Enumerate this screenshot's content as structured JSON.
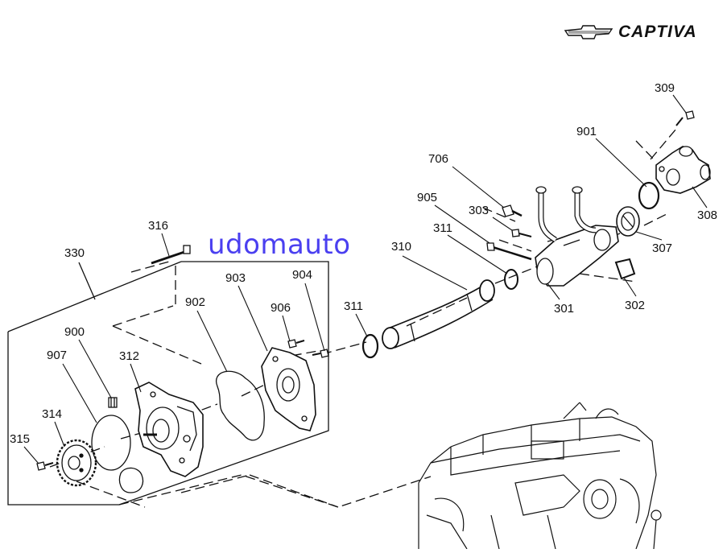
{
  "brand": {
    "name": "CAPTIVA",
    "logo_icon": "bowtie-icon"
  },
  "watermark": "udomauto",
  "callouts": [
    {
      "id": "316",
      "label": "316"
    },
    {
      "id": "330",
      "label": "330"
    },
    {
      "id": "900",
      "label": "900"
    },
    {
      "id": "907",
      "label": "907"
    },
    {
      "id": "312",
      "label": "312"
    },
    {
      "id": "314",
      "label": "314"
    },
    {
      "id": "315",
      "label": "315"
    },
    {
      "id": "902",
      "label": "902"
    },
    {
      "id": "903",
      "label": "903"
    },
    {
      "id": "904",
      "label": "904"
    },
    {
      "id": "906",
      "label": "906"
    },
    {
      "id": "311a",
      "label": "311"
    },
    {
      "id": "310",
      "label": "310"
    },
    {
      "id": "311b",
      "label": "311"
    },
    {
      "id": "905",
      "label": "905"
    },
    {
      "id": "303",
      "label": "303"
    },
    {
      "id": "706",
      "label": "706"
    },
    {
      "id": "301",
      "label": "301"
    },
    {
      "id": "302",
      "label": "302"
    },
    {
      "id": "307",
      "label": "307"
    },
    {
      "id": "901",
      "label": "901"
    },
    {
      "id": "308",
      "label": "308"
    },
    {
      "id": "309",
      "label": "309"
    }
  ]
}
